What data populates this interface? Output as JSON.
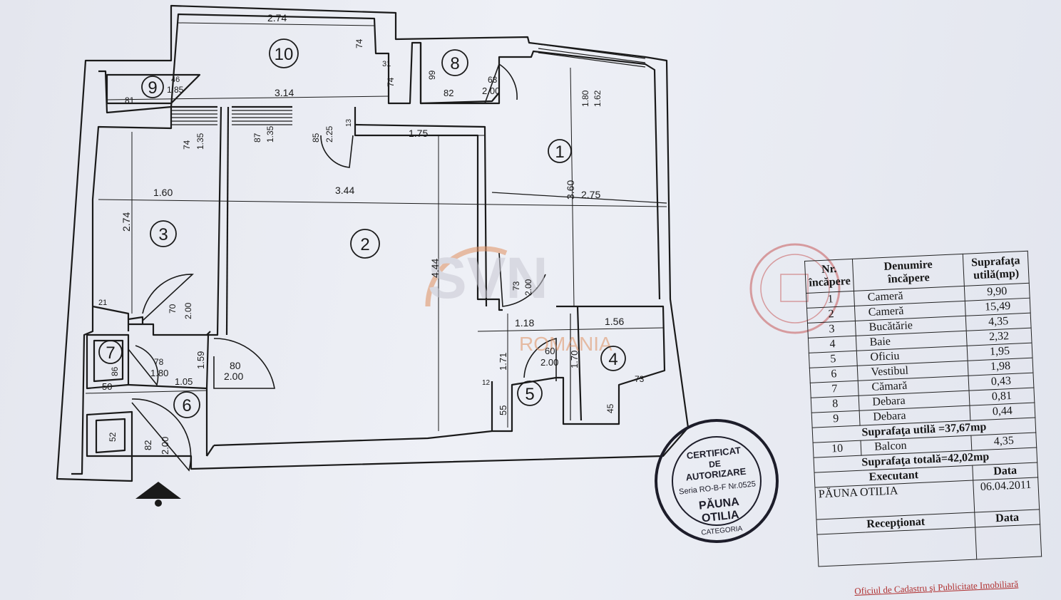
{
  "watermark": {
    "brand": "SVN",
    "sub": "ROMANIA"
  },
  "rooms": [
    {
      "n": "1"
    },
    {
      "n": "2"
    },
    {
      "n": "3"
    },
    {
      "n": "4"
    },
    {
      "n": "5"
    },
    {
      "n": "6"
    },
    {
      "n": "7"
    },
    {
      "n": "8"
    },
    {
      "n": "9"
    },
    {
      "n": "10"
    }
  ],
  "dims": {
    "d274_top": "2.74",
    "d74_a": "74",
    "d31": "31",
    "d74_b": "74",
    "d99": "99",
    "d82_8": "82",
    "d63_200": [
      "63",
      "2.00"
    ],
    "d46_185": [
      "46",
      "1.85"
    ],
    "d81": "81",
    "d314": "3.14",
    "d74_135": [
      "74",
      "1.35"
    ],
    "d87_135": [
      "87",
      "1.35"
    ],
    "d85_225": [
      "85",
      "2.25"
    ],
    "d13": "13",
    "d175": "1.75",
    "d180_162": [
      "1.80",
      "1.62"
    ],
    "d160": "1.60",
    "d344": "3.44",
    "d360": "3.60",
    "d275": "2.75",
    "d274_left": "2.74",
    "d444": "4.44",
    "d73_200": [
      "73",
      "2.00"
    ],
    "d21": "21",
    "d70_200": [
      "70",
      "2.00"
    ],
    "d118": "1.18",
    "d156": "1.56",
    "d86": "86",
    "d78_180": [
      "78",
      "1.80"
    ],
    "d159": "1.59",
    "d80_200": [
      "80",
      "2.00"
    ],
    "d171": "1.71",
    "d60_200": [
      "60",
      "2.00"
    ],
    "d170": "1.70",
    "d73": "73",
    "d50": "50",
    "d105": "1.05",
    "d12": "12",
    "d55": "55",
    "d45": "45",
    "d52": "52",
    "d82_200": [
      "82",
      "2.00"
    ]
  },
  "legend": {
    "headers": {
      "nr": [
        "Nr.",
        "încăpere"
      ],
      "name": [
        "Denumire",
        "încăpere"
      ],
      "area": [
        "Suprafaţa",
        "utilă(mp)"
      ]
    },
    "rows": [
      {
        "nr": "1",
        "name": "Cameră",
        "area": "9,90"
      },
      {
        "nr": "2",
        "name": "Cameră",
        "area": "15,49"
      },
      {
        "nr": "3",
        "name": "Bucătărie",
        "area": "4,35"
      },
      {
        "nr": "4",
        "name": "Baie",
        "area": "2,32"
      },
      {
        "nr": "5",
        "name": "Oficiu",
        "area": "1,95"
      },
      {
        "nr": "6",
        "name": "Vestibul",
        "area": "1,98"
      },
      {
        "nr": "7",
        "name": "Cămară",
        "area": "0,43"
      },
      {
        "nr": "8",
        "name": "Debara",
        "area": "0,81"
      },
      {
        "nr": "9",
        "name": "Debara",
        "area": "0,44"
      }
    ],
    "useful_total": "Suprafaţa utilă =37,67mp",
    "balcony": {
      "nr": "10",
      "name": "Balcon",
      "area": "4,35"
    },
    "grand_total": "Suprafaţa totală=42,02mp",
    "executant_label": "Executant",
    "data_label": "Data",
    "executant_name": "PĂUNA OTILIA",
    "executant_date": "06.04.2011",
    "receptionat_label": "Recepţionat",
    "data_label2": "Data"
  },
  "stamp": {
    "lines": [
      "CERTIFICAT",
      "DE",
      "AUTORIZARE",
      "Seria RO-B-F Nr.0525",
      "PĂUNA",
      "OTILIA",
      "CATEGORIA"
    ]
  },
  "office_footer": "Oficiul de Cadastru şi Publicitate Imobiliară",
  "colors": {
    "ink": "#1a1a1a",
    "stamp_blue": "#1d1d2a",
    "stamp_red": "#c85a5a",
    "watermark": "#e09060"
  }
}
